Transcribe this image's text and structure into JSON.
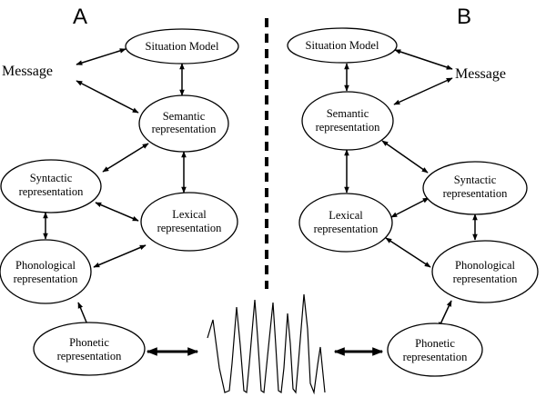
{
  "panel_a": {
    "label": "A",
    "message": "Message",
    "situation_model": "Situation Model",
    "semantic": [
      "Semantic",
      "representation"
    ],
    "syntactic": [
      "Syntactic",
      "representation"
    ],
    "lexical": [
      "Lexical",
      "representation"
    ],
    "phonological": [
      "Phonological",
      "representation"
    ],
    "phonetic": [
      "Phonetic",
      "representation"
    ]
  },
  "panel_b": {
    "label": "B",
    "message": "Message",
    "situation_model": "Situation Model",
    "semantic": [
      "Semantic",
      "representation"
    ],
    "syntactic": [
      "Syntactic",
      "representation"
    ],
    "lexical": [
      "Lexical",
      "representation"
    ],
    "phonological": [
      "Phonological",
      "representation"
    ],
    "phonetic": [
      "Phonetic",
      "representation"
    ]
  }
}
